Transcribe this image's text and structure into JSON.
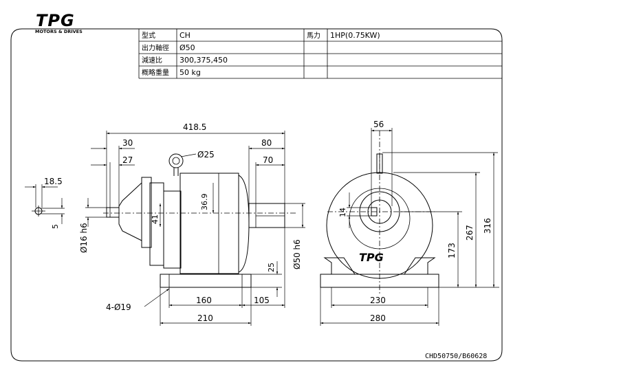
{
  "logo": {
    "mark": "TPG",
    "subtitle": "MOTORS & DRIVES"
  },
  "spec_table": {
    "rows": [
      {
        "label": "型式",
        "value": "CH"
      },
      {
        "label": "出力軸徑",
        "value": "Ø50"
      },
      {
        "label": "減速比",
        "value": "300,375,450"
      },
      {
        "label": "概略重量",
        "value": "50 kg"
      }
    ],
    "extra_label": "馬力",
    "extra_value": "1HP(0.75KW)"
  },
  "side_view": {
    "overall_length": "418.5",
    "shaft_len_80": "80",
    "shaft_len_70": "70",
    "input_30": "30",
    "input_27": "27",
    "eyebolt": "Ø25",
    "height_36_9": "36.9",
    "height_41": "41",
    "input_shaft_dia": "Ø16 h6",
    "output_shaft_dia": "Ø50 h6",
    "base_25": "25",
    "base_160": "160",
    "base_105": "105",
    "base_210": "210",
    "bolt_holes": "4-Ø19",
    "key_18_5": "18.5",
    "key_5": "5"
  },
  "front_view": {
    "width_56": "56",
    "key_14": "14",
    "center_height": "173",
    "height_267": "267",
    "height_316": "316",
    "base_230": "230",
    "base_280": "280"
  },
  "drawing_number": "CHD50750/B60628"
}
